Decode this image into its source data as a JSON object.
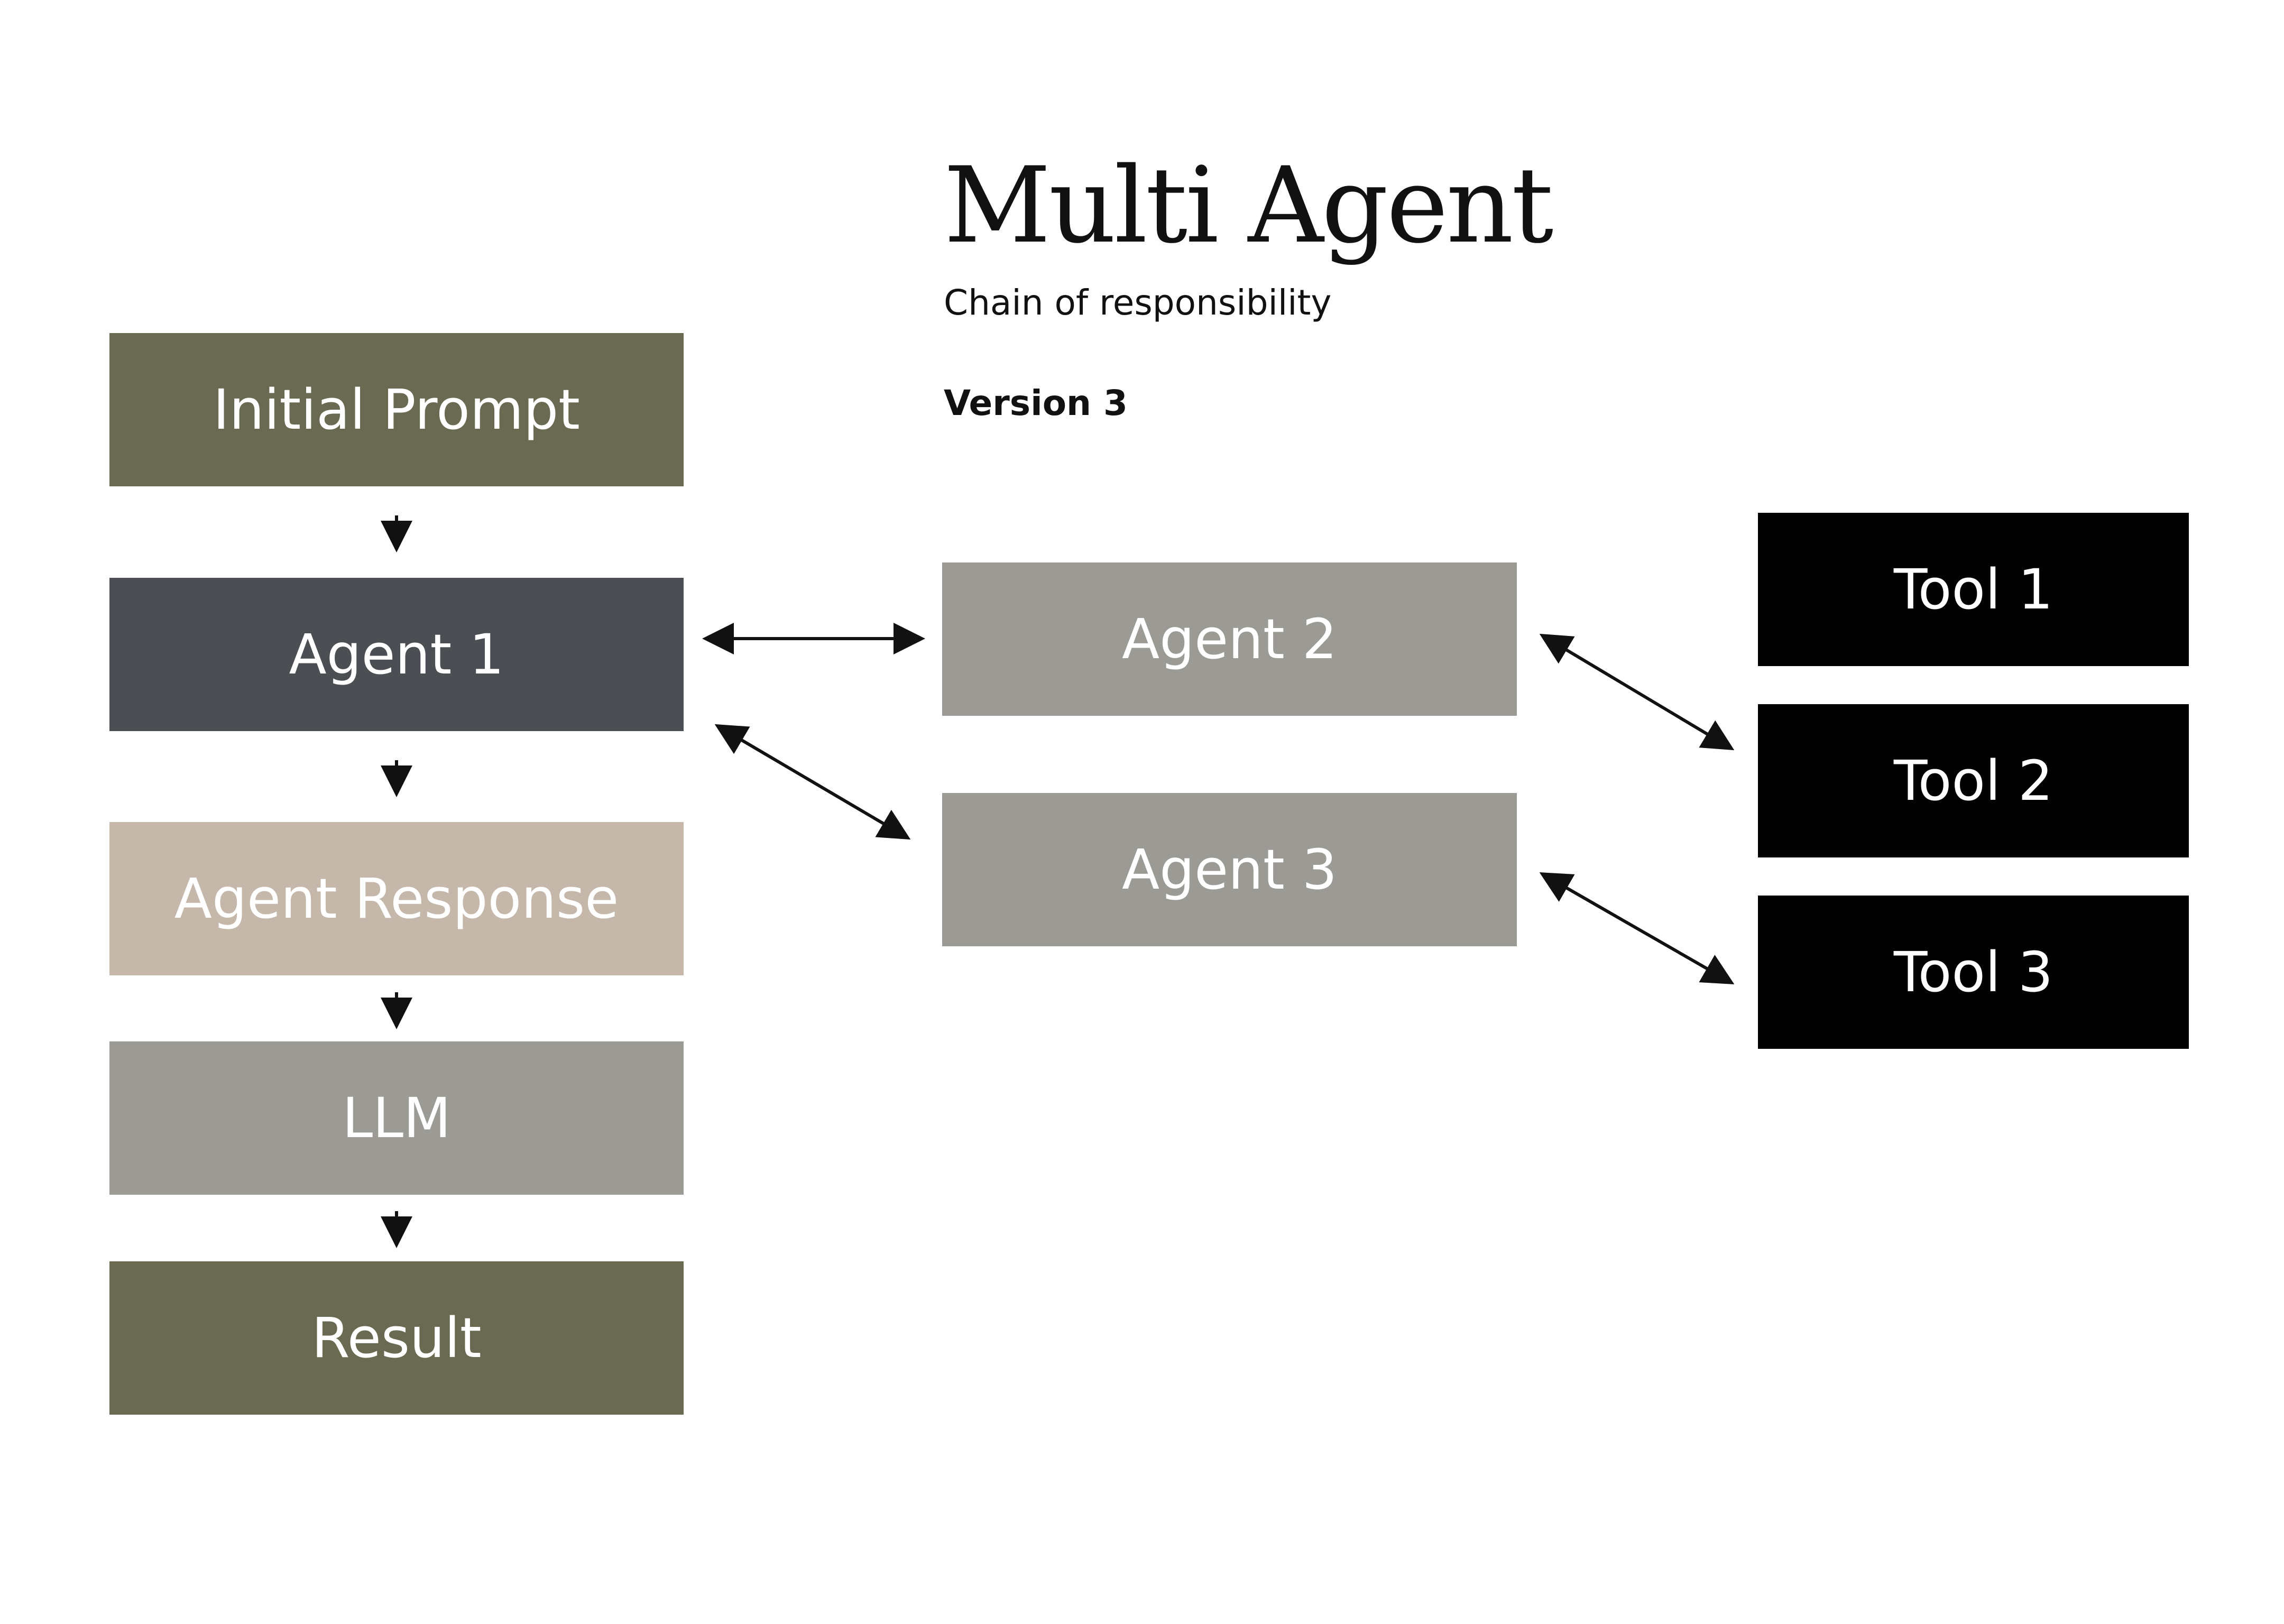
{
  "header": {
    "title": "Multi Agent",
    "subtitle": "Chain of responsibility",
    "version": "Version 3"
  },
  "nodes": {
    "initial_prompt": {
      "label": "Initial Prompt",
      "color": "#6a6a52"
    },
    "agent1": {
      "label": "Agent 1",
      "color": "#4b4e53"
    },
    "agent_response": {
      "label": "Agent Response",
      "color": "#c5b8aa"
    },
    "llm": {
      "label": "LLM",
      "color": "#9b9a95"
    },
    "result": {
      "label": "Result",
      "color": "#6a6a52"
    },
    "agent2": {
      "label": "Agent 2",
      "color": "#9b9a95"
    },
    "agent3": {
      "label": "Agent 3",
      "color": "#9b9a95"
    },
    "tool1": {
      "label": "Tool 1",
      "color": "#000000"
    },
    "tool2": {
      "label": "Tool 2",
      "color": "#000000"
    },
    "tool3": {
      "label": "Tool 3",
      "color": "#000000"
    }
  },
  "edges": [
    {
      "from": "initial_prompt",
      "to": "agent1",
      "direction": "forward"
    },
    {
      "from": "agent1",
      "to": "agent_response",
      "direction": "forward"
    },
    {
      "from": "agent_response",
      "to": "llm",
      "direction": "forward"
    },
    {
      "from": "llm",
      "to": "result",
      "direction": "forward"
    },
    {
      "from": "agent1",
      "to": "agent2",
      "direction": "both"
    },
    {
      "from": "agent1",
      "to": "agent3",
      "direction": "both"
    },
    {
      "from": "agent2",
      "to": "tool2",
      "direction": "both"
    },
    {
      "from": "agent3",
      "to": "tool3",
      "direction": "both"
    }
  ]
}
